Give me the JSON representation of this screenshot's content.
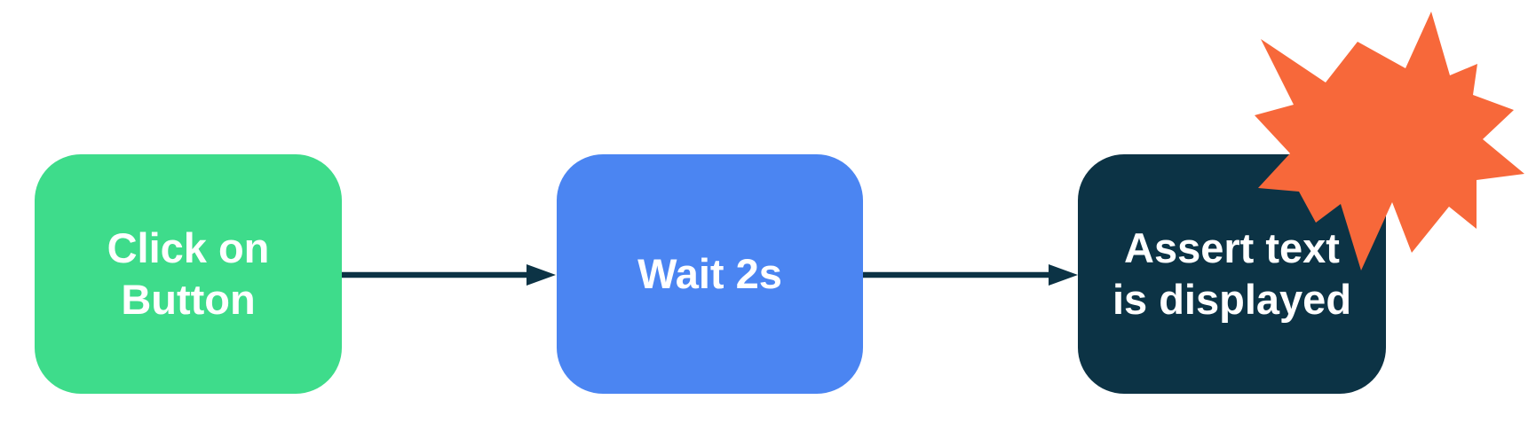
{
  "diagram": {
    "background": "#FFFFFF",
    "nodes": [
      {
        "id": "click-on-button",
        "lines": [
          "Click on",
          "Button"
        ],
        "color": "#3EDC8B",
        "text_color": "#FFFFFF"
      },
      {
        "id": "wait-2s",
        "lines": [
          "Wait 2s"
        ],
        "color": "#4B85F2",
        "text_color": "#FFFFFF"
      },
      {
        "id": "assert-text-is-displayed",
        "lines": [
          "Assert text",
          "is displayed"
        ],
        "color": "#0C3345",
        "text_color": "#FFFFFF"
      }
    ],
    "connectors": [
      {
        "from": "click-on-button",
        "to": "wait-2s"
      },
      {
        "from": "wait-2s",
        "to": "assert-text-is-displayed"
      }
    ],
    "connector_color": "#0C3345",
    "burst": {
      "shape": "starburst",
      "color": "#F7683A"
    }
  }
}
